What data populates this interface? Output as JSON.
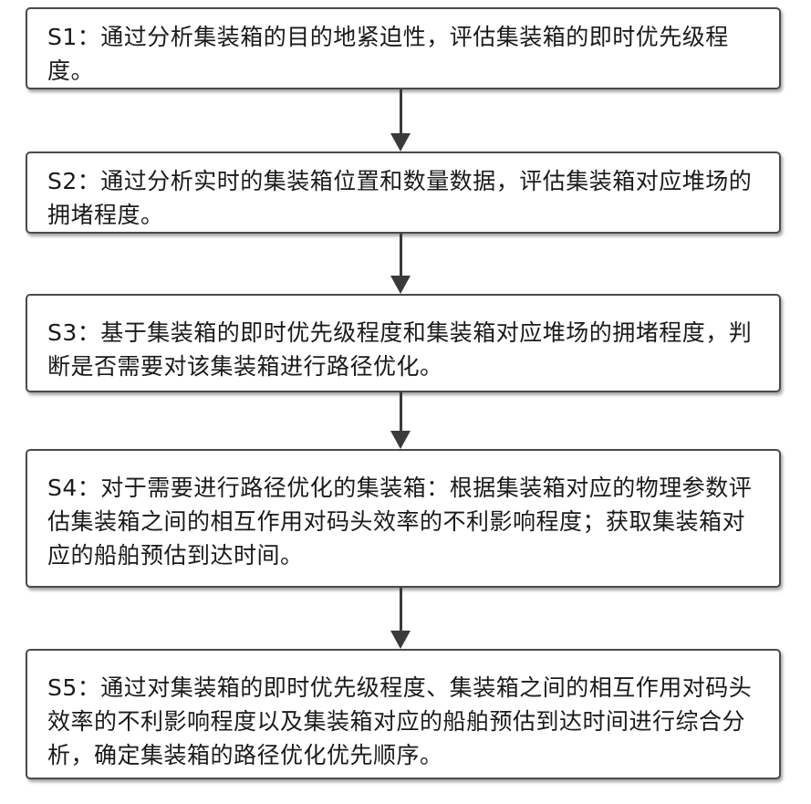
{
  "steps": [
    {
      "text": "S1：通过分析集装箱的目的地紧迫性，评估集装箱的即时优先级程度。"
    },
    {
      "text": "S2：通过分析实时的集装箱位置和数量数据，评估集装箱对应堆场的拥堵程度。"
    },
    {
      "text": "S3：基于集装箱的即时优先级程度和集装箱对应堆场的拥堵程度，判断是否需要对该集装箱进行路径优化。"
    },
    {
      "text": "S4：对于需要进行路径优化的集装箱：根据集装箱对应的物理参数评估集装箱之间的相互作用对码头效率的不利影响程度；获取集装箱对应的船舶预估到达时间。"
    },
    {
      "text": "S5：通过对集装箱的即时优先级程度、集装箱之间的相互作用对码头效率的不利影响程度以及集装箱对应的船舶预估到达时间进行综合分析，确定集装箱的路径优化优先顺序。"
    }
  ],
  "colors": {
    "border": "#4a4a4a",
    "arrow": "#3a3a3a",
    "text": "#1a1a1a"
  }
}
